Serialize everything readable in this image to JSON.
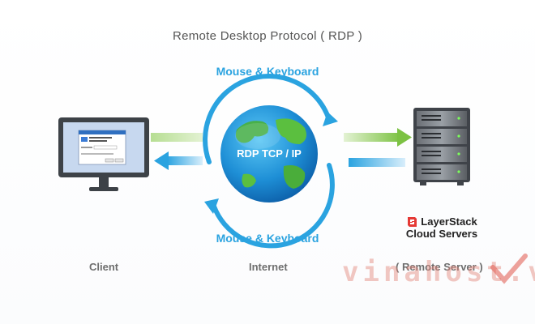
{
  "title": "Remote Desktop Protocol ( RDP )",
  "flow_top_label": "Mouse & Keyboard",
  "flow_bottom_label": "Mouse & Keyboard",
  "globe_label": "RDP TCP / IP",
  "columns": {
    "client": "Client",
    "internet": "Internet",
    "server": "( Remote Server )"
  },
  "brand": {
    "name": "LayerStack",
    "subtitle": "Cloud Servers"
  },
  "watermark": "vinahost.vn",
  "colors": {
    "accent_blue": "#2aa3e0",
    "accent_green": "#7cc243",
    "brand_red": "#e53935",
    "watermark": "#e28278"
  },
  "icons": {
    "client": "monitor-icon",
    "server": "server-rack-icon",
    "globe": "globe-icon",
    "brand": "layerstack-logo-icon"
  }
}
